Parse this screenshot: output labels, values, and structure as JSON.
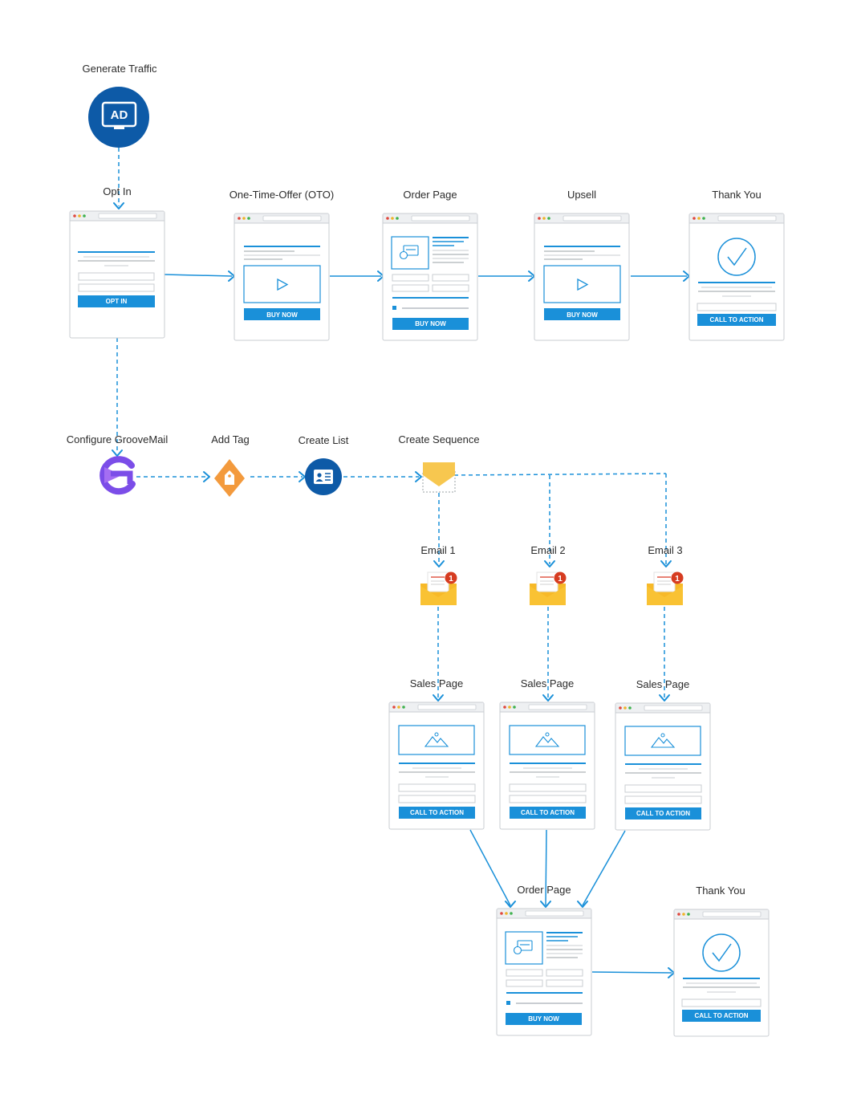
{
  "colors": {
    "accent": "#1a90d9",
    "dark_blue": "#0d5aa7",
    "purple": "#7b4de8",
    "orange": "#f39a3d",
    "envelope": "#f7b928",
    "badge": "#d63c21",
    "frame_border": "#c9cdd2"
  },
  "top": {
    "traffic": {
      "label": "Generate Traffic",
      "icon_text": "AD"
    },
    "optin": {
      "label": "Opt In",
      "button": "OPT IN"
    },
    "oto": {
      "label": "One-Time-Offer (OTO)",
      "button": "BUY NOW"
    },
    "order": {
      "label": "Order Page",
      "button": "BUY NOW"
    },
    "upsell": {
      "label": "Upsell",
      "button": "BUY NOW"
    },
    "thanks": {
      "label": "Thank You",
      "button": "CALL TO ACTION"
    }
  },
  "middle": {
    "groovemail": {
      "label": "Configure GrooveMail"
    },
    "tag": {
      "label": "Add Tag"
    },
    "list": {
      "label": "Create List"
    },
    "sequence": {
      "label": "Create Sequence"
    }
  },
  "emails": [
    {
      "label": "Email 1",
      "badge": "1"
    },
    {
      "label": "Email 2",
      "badge": "1"
    },
    {
      "label": "Email 3",
      "badge": "1"
    }
  ],
  "sales_pages": [
    {
      "label": "Sales Page",
      "button": "CALL TO ACTION"
    },
    {
      "label": "Sales Page",
      "button": "CALL TO ACTION"
    },
    {
      "label": "Sales Page",
      "button": "CALL TO ACTION"
    }
  ],
  "bottom": {
    "order": {
      "label": "Order Page",
      "button": "BUY NOW"
    },
    "thanks": {
      "label": "Thank You",
      "button": "CALL TO ACTION"
    }
  }
}
